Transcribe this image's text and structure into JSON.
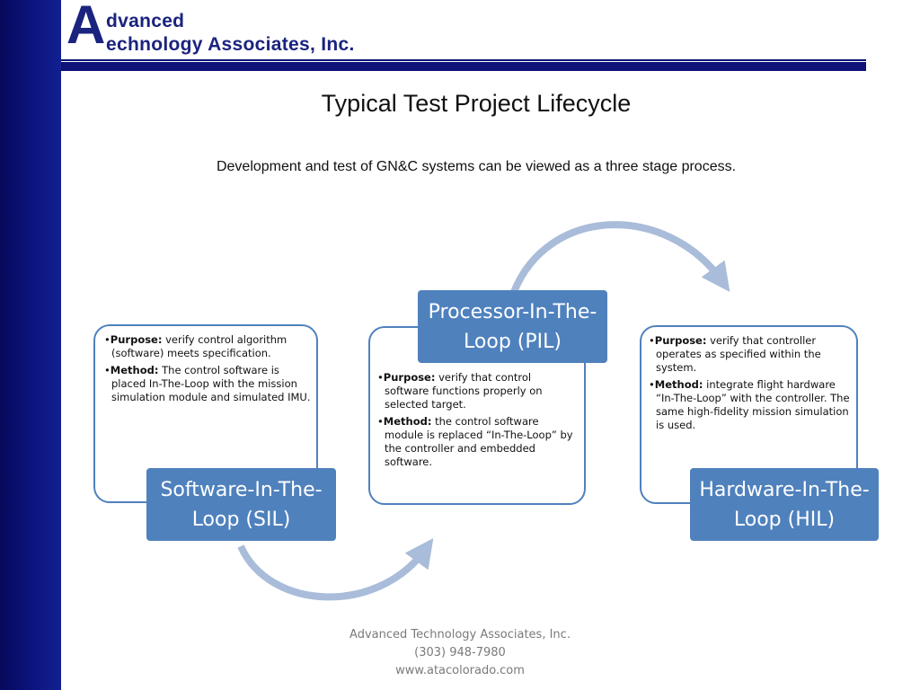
{
  "logo": {
    "letter": "A",
    "line1": "dvanced",
    "line2": "echnology Associates, Inc."
  },
  "title": "Typical Test Project Lifecycle",
  "subtitle": "Development and test of GN&C systems can be viewed as a three stage process.",
  "stages": {
    "sil": {
      "label": "Software-In-The-Loop (SIL)",
      "purpose_label": "Purpose:",
      "purpose_text": " verify control algorithm (software) meets specification.",
      "method_label": "Method:",
      "method_text": " The control software is placed In-The-Loop with the mission simulation module and simulated IMU."
    },
    "pil": {
      "label": "Processor-In-The-Loop (PIL)",
      "purpose_label": "Purpose:",
      "purpose_text": " verify that control software functions properly on selected target.",
      "method_label": "Method:",
      "method_text": " the control software module is replaced “In-The-Loop” by the controller and embedded software."
    },
    "hil": {
      "label": "Hardware-In-The-Loop (HIL)",
      "purpose_label": "Purpose:",
      "purpose_text": " verify that controller operates as specified within the system.",
      "method_label": "Method:",
      "method_text": " integrate flight hardware “In-The-Loop” with the controller.  The same high-fidelity mission simulation is used."
    }
  },
  "footer": {
    "company": "Advanced Technology Associates, Inc.",
    "phone": "(303) 948-7980",
    "website": "www.atacolorado.com"
  },
  "colors": {
    "stage_fill": "#4f81bd",
    "arrow": "#a9bcd9",
    "brand_navy": "#1a237e"
  }
}
